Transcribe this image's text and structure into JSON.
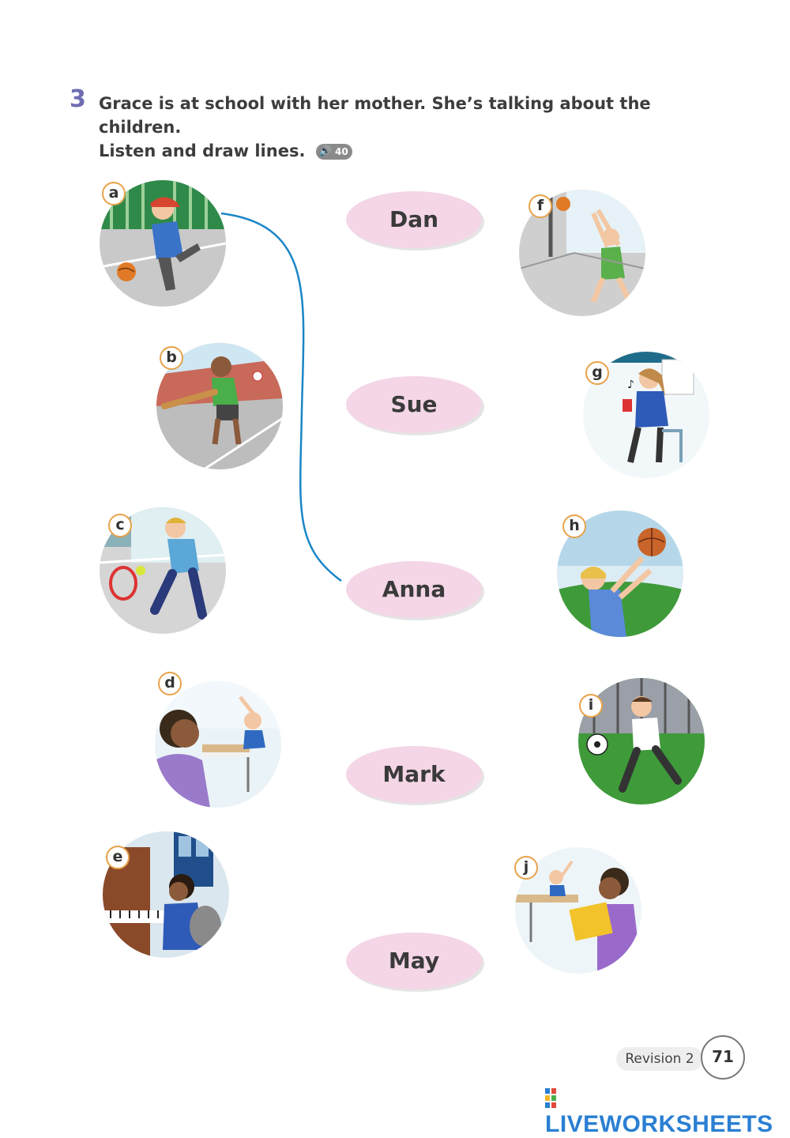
{
  "exercise": {
    "number": "3",
    "line1": "Grace is at school with her mother. She’s talking about the children.",
    "line2": "Listen and draw lines.",
    "audio_track": "40"
  },
  "names": [
    "Dan",
    "Sue",
    "Anna",
    "Mark",
    "May"
  ],
  "pictures": [
    {
      "letter": "a",
      "scene": "girl bouncing a basketball"
    },
    {
      "letter": "b",
      "scene": "boy hitting a ball with a bat"
    },
    {
      "letter": "c",
      "scene": "boy playing tennis"
    },
    {
      "letter": "d",
      "scene": "teacher with a girl at a desk"
    },
    {
      "letter": "e",
      "scene": "girl playing the piano"
    },
    {
      "letter": "f",
      "scene": "boy throwing a basketball"
    },
    {
      "letter": "g",
      "scene": "girl listening to music"
    },
    {
      "letter": "h",
      "scene": "girl catching a ball"
    },
    {
      "letter": "i",
      "scene": "boy kicking a football"
    },
    {
      "letter": "j",
      "scene": "teacher carrying books"
    }
  ],
  "example_line": {
    "from_letter": "a",
    "to_name": "Anna",
    "color": "#1a86c7"
  },
  "footer": {
    "section": "Revision 2",
    "page": "71",
    "brand": "LIVEWORKSHEETS"
  },
  "colors": {
    "accent": "#6e6db3",
    "name_bubble": "#f4d6e7",
    "letter_ring": "#e8a24a",
    "brand": "#2a7fd3"
  }
}
